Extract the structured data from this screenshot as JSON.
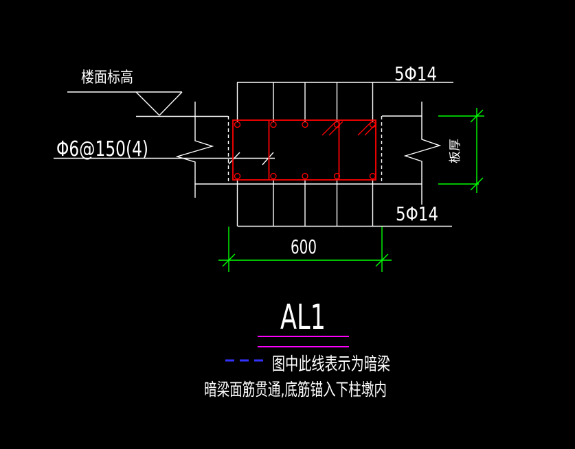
{
  "colors": {
    "background": "#000000",
    "linework": "#FFFFFF",
    "beam_red": "#FF0000",
    "dimension_green": "#00FF00",
    "underline_magenta": "#FF00FF",
    "legend_blue": "#3333FF"
  },
  "drawing": {
    "title": "AL1",
    "floor_elevation_label": "楼面标高",
    "stirrup_spec": "Φ6@150(4)",
    "top_rebar": "5Φ14",
    "bottom_rebar": "5Φ14",
    "beam_width": "600",
    "slab_thickness_label": "板厚",
    "legend": {
      "line1": "图中此线表示为暗梁",
      "line2": "暗梁面筋贯通,底筋锚入下柱墩内"
    }
  }
}
